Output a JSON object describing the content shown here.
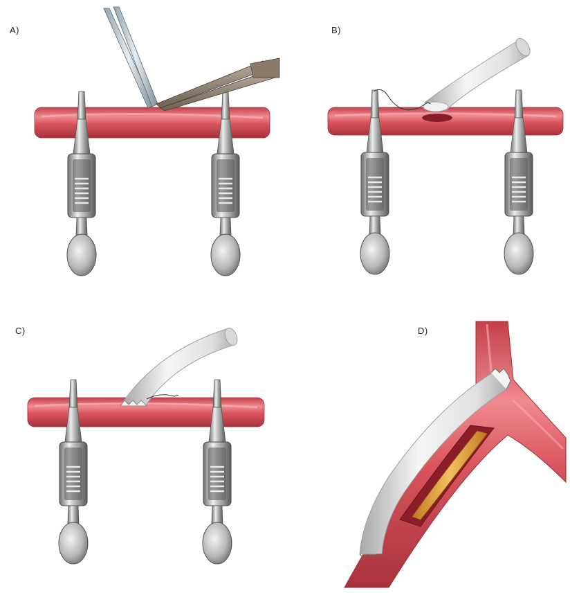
{
  "panels": [
    {
      "id": "a",
      "label": "A)"
    },
    {
      "id": "b",
      "label": "B)"
    },
    {
      "id": "c",
      "label": "C)"
    },
    {
      "id": "d",
      "label": "D)"
    }
  ],
  "colors": {
    "vessel": "#d9545c",
    "vessel_dark": "#a8323c",
    "vessel_light": "#f08a90",
    "clamp_metal": "#9a9a9a",
    "clamp_dark": "#555555",
    "clamp_light": "#e6e6e6",
    "graft": "#e9e9e9",
    "graft_shadow": "#b9b9b9",
    "plaque": "#e8a13a",
    "scissors": "#8a7a6c",
    "background": "#ffffff"
  }
}
